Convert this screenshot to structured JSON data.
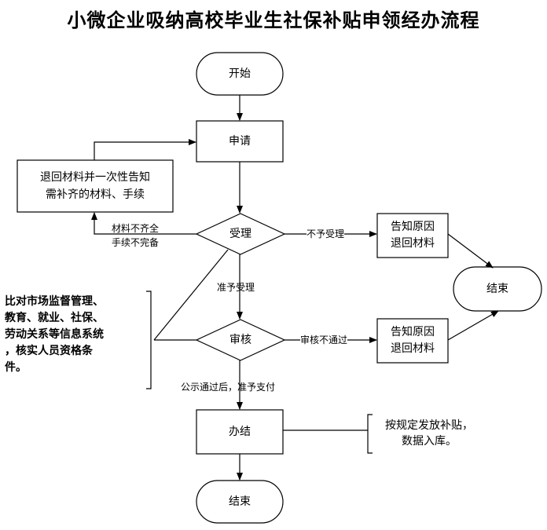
{
  "title": "小微企业吸纳高校毕业生社保补贴申领经办流程",
  "nodes": {
    "start": "开始",
    "apply": "申请",
    "return_materials_line1": "退回材料并一次性告知",
    "return_materials_line2": "需补齐的材料、手续",
    "accept": "受理",
    "reject_notice_1_line1": "告知原因",
    "reject_notice_1_line2": "退回材料",
    "end_right": "结束",
    "review": "审核",
    "reject_notice_2_line1": "告知原因",
    "reject_notice_2_line2": "退回材料",
    "complete": "办结",
    "end_bottom": "结束"
  },
  "edges": {
    "incomplete_line1": "材料不齐全",
    "incomplete_line2": "手续不完备",
    "not_accepted": "不予受理",
    "accepted": "准予受理",
    "review_failed": "审核不通过",
    "approved": "公示通过后，准予支付"
  },
  "notes": {
    "left_line1": "比对市场监督管理、",
    "left_line2": "教育、就业、社保、",
    "left_line3": "劳动关系等信息系统",
    "left_line4": "，核实人员资格条",
    "left_line5": "件。",
    "right_line1": "按规定发放补贴，",
    "right_line2": "数据入库。"
  }
}
